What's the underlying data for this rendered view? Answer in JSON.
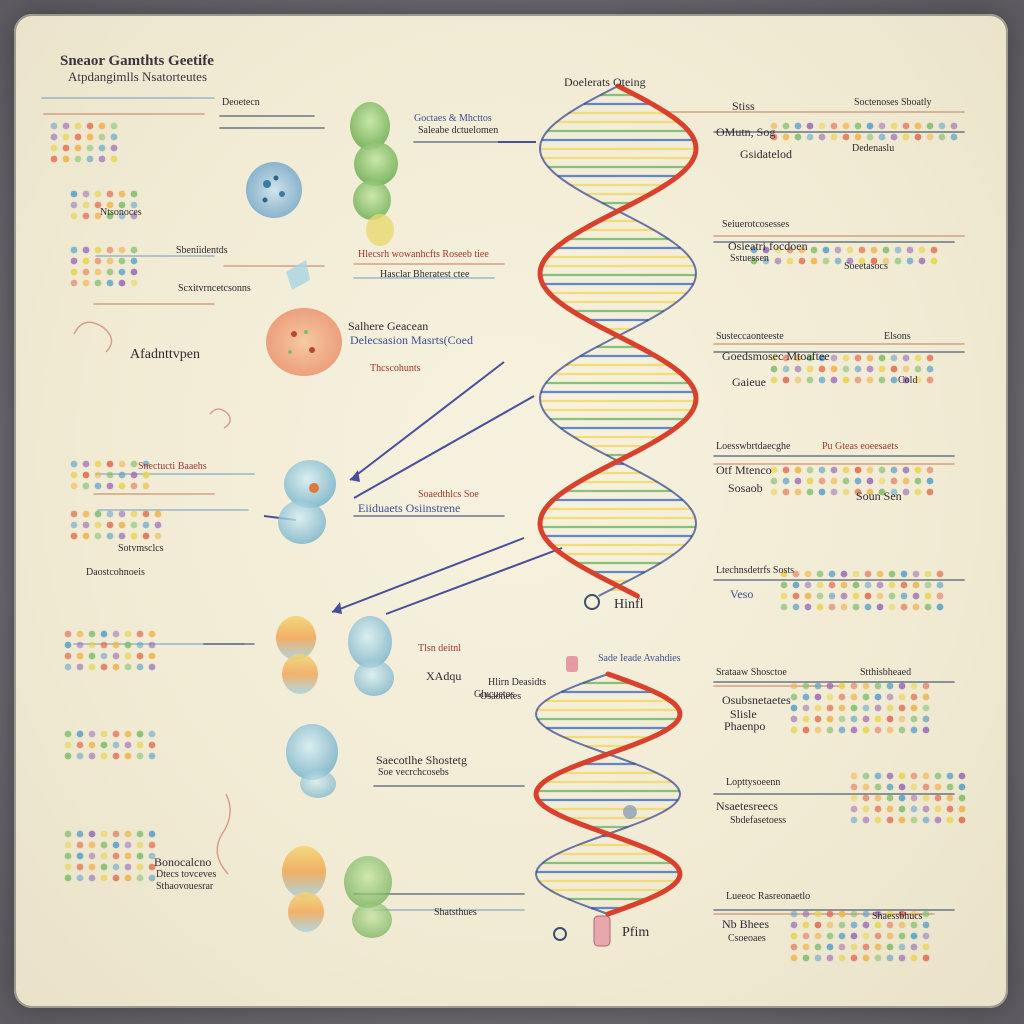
{
  "poster": {
    "title": "Sneaor Gamthts Geetife",
    "subtitle": "Atpdangimlls Nsatorteutes"
  },
  "labels": {
    "helix_top": "Doelerats Oteing",
    "col_mid_1a": "Goctaes & Mhcttos",
    "col_mid_1b": "Saleabe dctuelomen",
    "col_mid_2a": "Hlecsrh wowanhcfts Roseeb tiee",
    "col_mid_2b": "Hasclar Bheratest ctee",
    "col_mid_3a": "Salhere Geacean",
    "col_mid_3b": "Delecsasion Masrts(Coed",
    "col_mid_3c": "Thcscohunts",
    "col_mid_4a": "Soaedthlcs Soe",
    "col_mid_4b": "Eiiduaets Osiinstrene",
    "col_mid_5a": "Tlsn deitnl",
    "col_mid_5b": "XAdqu",
    "col_mid_5c": "Glucuetos",
    "col_mid_6a": "Saecotlhe Shostetg",
    "col_mid_6b": "Soe vecrchcosebs",
    "col_mid_7": "Shatsthues",
    "left_1": "Deoetecn",
    "left_2": "Ntsonoces",
    "left_3": "Sbeniidentds",
    "left_4": "Scxitvrncetcsonns",
    "left_5": "Afadnttvpen",
    "left_6": "Snectucti Baaehs",
    "left_7": "Sotvmsclcs",
    "left_8": "Daostcohnoeis",
    "left_9": "Bonocalcno",
    "left_10": "Dtecs tovceves",
    "left_11": "Sthaovouesrar",
    "right_1a": "Stiss",
    "right_1b": "Soctenoses Sboatly",
    "right_1c": "OMutn, Sog",
    "right_1d": "Gsidatelod",
    "right_1e": "Dedenaslu",
    "right_2a": "Seiuerotcosesses",
    "right_2b": "Osieatri focdoen",
    "right_2c": "Sstuessen",
    "right_2d": "Soeetasocs",
    "right_3a": "Susteccaonteeste",
    "right_3b": "Elsons",
    "right_3c": "Goedsmosec Mtoaftee",
    "right_3d": "Gaieue",
    "right_3e": "Cold",
    "right_4a": "Loesswbrtdaecghe",
    "right_4b": "Pu Gteas eoeesaets",
    "right_4c": "Otf Mtenco",
    "right_4d": "Sosaob",
    "right_4e": "Soun Sen",
    "right_5a": "Ltechnsdetrfs Sosts",
    "right_5b": "Veso",
    "right_6a": "Srataaw Shosctoe",
    "right_6b": "Stthisbheaed",
    "right_6c": "Osubsnetaetes",
    "right_6d": "Slisle",
    "right_6e": "Phaenpo",
    "right_7a": "Lopttysoeenn",
    "right_7b": "Nsaetesreecs",
    "right_7c": "Sbdefasetoess",
    "right_8a": "Lueeoc Rasreonaetlo",
    "right_8b": "Nb Bhees",
    "right_8c": "Csoeoaes",
    "right_8d": "Shaessbhucs",
    "helix_mid": "Hinfl",
    "helix_low_a": "Sade Ieade Avahdies",
    "helix_low_b": "Hlirn Deasidts",
    "helix_low_c": "Osaonetes",
    "helix_bottom": "Pfim"
  },
  "colors": {
    "strand_red": "#d9412c",
    "strand_blue": "#2f3f8c",
    "rung_yellow": "#f2d96a",
    "rung_green": "#76b86a",
    "rung_blue": "#4a76c2",
    "dot_palette": [
      "#e06b4f",
      "#f0b24a",
      "#7dbd6b",
      "#5aa0c9",
      "#9a6bb8",
      "#e8d34f"
    ]
  }
}
